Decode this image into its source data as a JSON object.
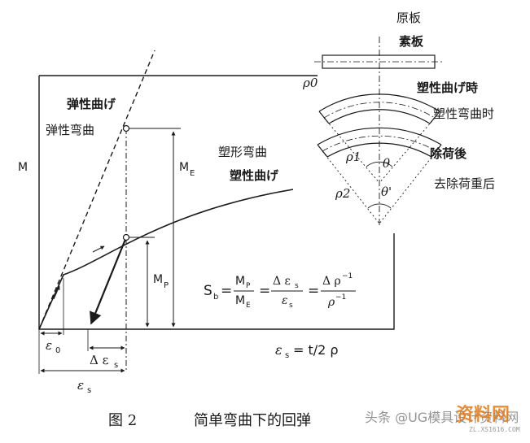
{
  "diagram": {
    "labels": {
      "yuanban_jp": "原板",
      "yuanban_cn": "素板",
      "rho0": "ρ0",
      "plastic_bend_jp": "塑性曲げ時",
      "plastic_bend_cn": "塑性弯曲时",
      "rho1": "ρ1",
      "theta": "θ",
      "unload_jp": "除荷後",
      "unload_cn": "去除荷重后",
      "rho2": "ρ2",
      "theta_prime": "θ'",
      "elastic_jp": "弹性曲げ",
      "elastic_cn": "弹性弯曲",
      "plastic_curve_cn": "塑形弯曲",
      "plastic_curve_jp": "塑性曲げ",
      "axis_m": "M",
      "m_e": "M",
      "m_e_sub": "E",
      "m_p": "M",
      "m_p_sub": "P",
      "eps0": "ε",
      "eps0_sub": "0",
      "delta_eps": "Δ ε",
      "delta_eps_sub": "s",
      "eps_s": "ε",
      "eps_s_sub": "s",
      "eps_relation": "ε",
      "eps_relation_sub": "s",
      "eps_relation_rhs": "= t/2 ρ"
    },
    "formula": {
      "lhs": "S",
      "lhs_sub": "b",
      "eq": "=",
      "f1_num": "M",
      "f1_num_sub": "P",
      "f1_den": "M",
      "f1_den_sub": "E",
      "f2_num": "Δ ε",
      "f2_num_sub": "s",
      "f2_den": "ε",
      "f2_den_sub": "s",
      "f3_num": "Δ ρ",
      "f3_num_sup": "−1",
      "f3_den": "ρ",
      "f3_den_sup": "−1"
    }
  },
  "caption": {
    "figure": "图 2",
    "text": "简单弯曲下的回弹"
  },
  "watermark": {
    "author": "头条 @UG模具设计资料网",
    "logo": "资料网",
    "url": "ZL.XS1616.COM"
  }
}
